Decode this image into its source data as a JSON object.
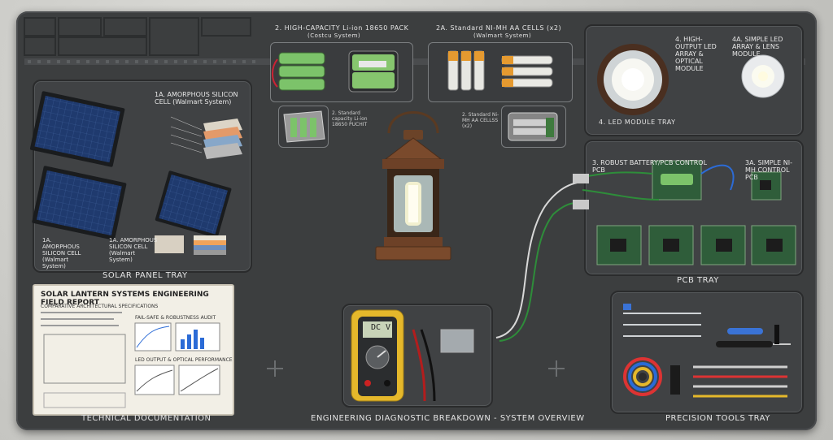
{
  "trays": {
    "solar_panel": "SOLAR PANEL TRAY",
    "technical_docs": "TECHNICAL DOCUMENTATION",
    "diagnostic": "ENGINEERING DIAGNOSTIC BREAKDOWN - SYSTEM OVERVIEW",
    "pcb": "PCB TRAY",
    "precision_tools": "PRECISION TOOLS TRAY",
    "led_module": "4. LED MODULE TRAY"
  },
  "batteries": {
    "li_ion_title": "2. HIGH-CAPACITY Li-ion 18650 PACK",
    "li_ion_sub": "(Costcu System)",
    "nimh_title": "2A. Standard NI-MH AA CELLS (x2)",
    "nimh_sub": "(Walmart System)",
    "li_ion_pouch": "2. Standard capacity Li-ion 18650 PUCHIT",
    "nimh_cells": "2. Standard Ni-MH AA CELLSS (x2)"
  },
  "solar": {
    "cell_1a_title": "1A. AMORPHOUS SILICON CELL (Walmart System)",
    "cell_1a_left": "1A. AMORPHOUS SILICON CELL (Walmart System)",
    "cell_1a_right": "1A. AMORPHOUS SILICON CELL (Walmart System)"
  },
  "led": {
    "high_output": "4. HIGH-OUTPUT LED ARRAY & OPTICAL MODULE",
    "simple": "4A. SIMPLE LED ARRAY & LENS MODULE"
  },
  "pcb": {
    "robust": "3. ROBUST BATTERY/PCB CONTROL PCB",
    "simple": "3A. SIMPLE NI-MH CONTROL PCB"
  },
  "report": {
    "title": "SOLAR LANTERN SYSTEMS ENGINEERING FIELD REPORT",
    "section_1": "COMPARATIVE ARCHITECTURAL SPECIFICATIONS",
    "section_2": "FAIL-SAFE & ROBUSTNESS AUDIT",
    "section_3": "LED OUTPUT & OPTICAL PERFORMANCE"
  },
  "multimeter": {
    "display": "DC V"
  },
  "colors": {
    "board": "#3c3e3f",
    "tray_border": "#2a2b2c",
    "label_text": "#e4e4e4",
    "solar_blue": "#1f3a6e",
    "pcb_green": "#2f5d3a",
    "battery_green": "#7cc36a",
    "multimeter_yellow": "#e5b82b",
    "lantern_bronze": "#7a4a2c"
  }
}
